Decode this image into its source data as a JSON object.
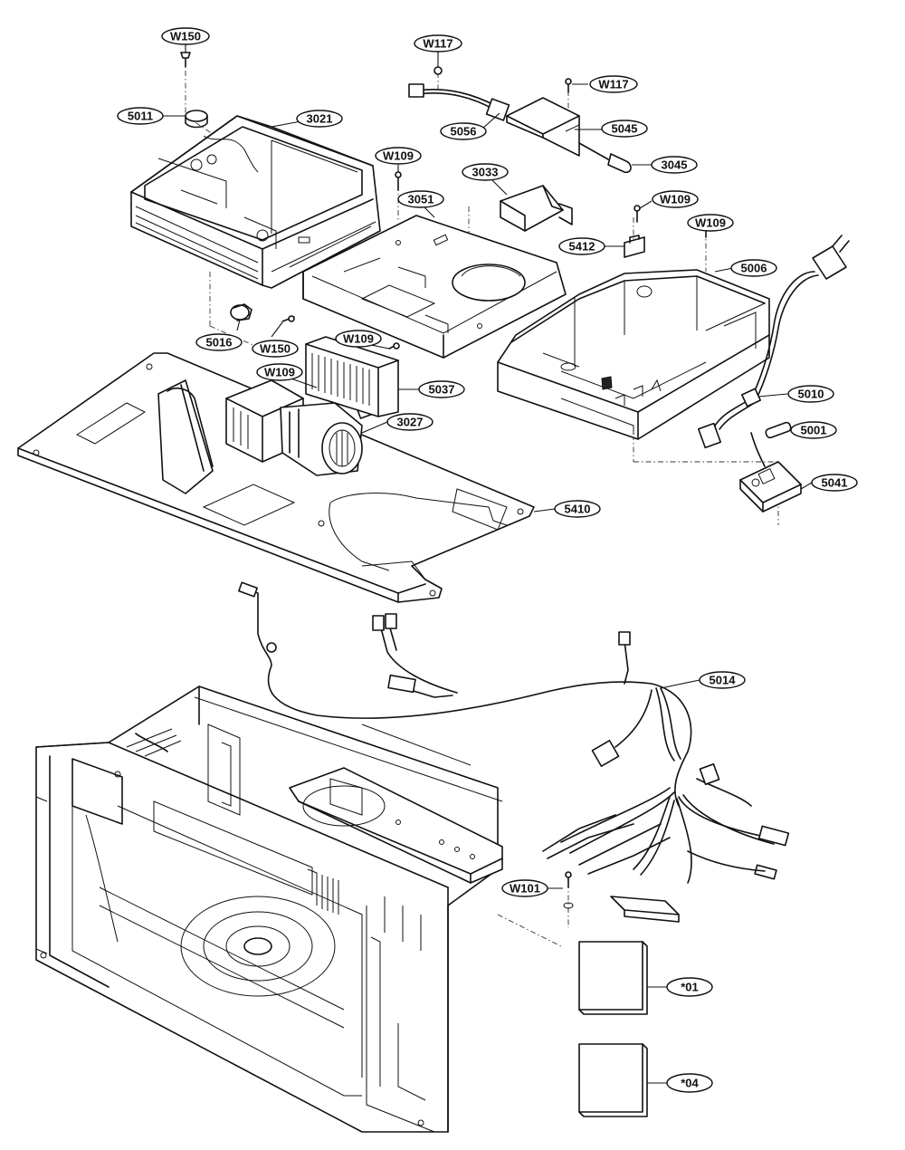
{
  "callouts": {
    "w150_top": "W150",
    "w117_a": "W117",
    "w117_b": "W117",
    "p5011": "5011",
    "p3021": "3021",
    "p5056": "5056",
    "p5045": "5045",
    "p3045": "3045",
    "w109_a": "W109",
    "p3033": "3033",
    "p3051": "3051",
    "w109_b": "W109",
    "w109_c": "W109",
    "p5412": "5412",
    "p5006": "5006",
    "p5016": "5016",
    "w150_mid": "W150",
    "w109_d": "W109",
    "w109_e": "W109",
    "p5037": "5037",
    "p3027": "3027",
    "p5010": "5010",
    "p5001": "5001",
    "p5041": "5041",
    "p5410": "5410",
    "p5014": "5014",
    "w101": "W101",
    "p01": "*01",
    "p04": "*04"
  }
}
